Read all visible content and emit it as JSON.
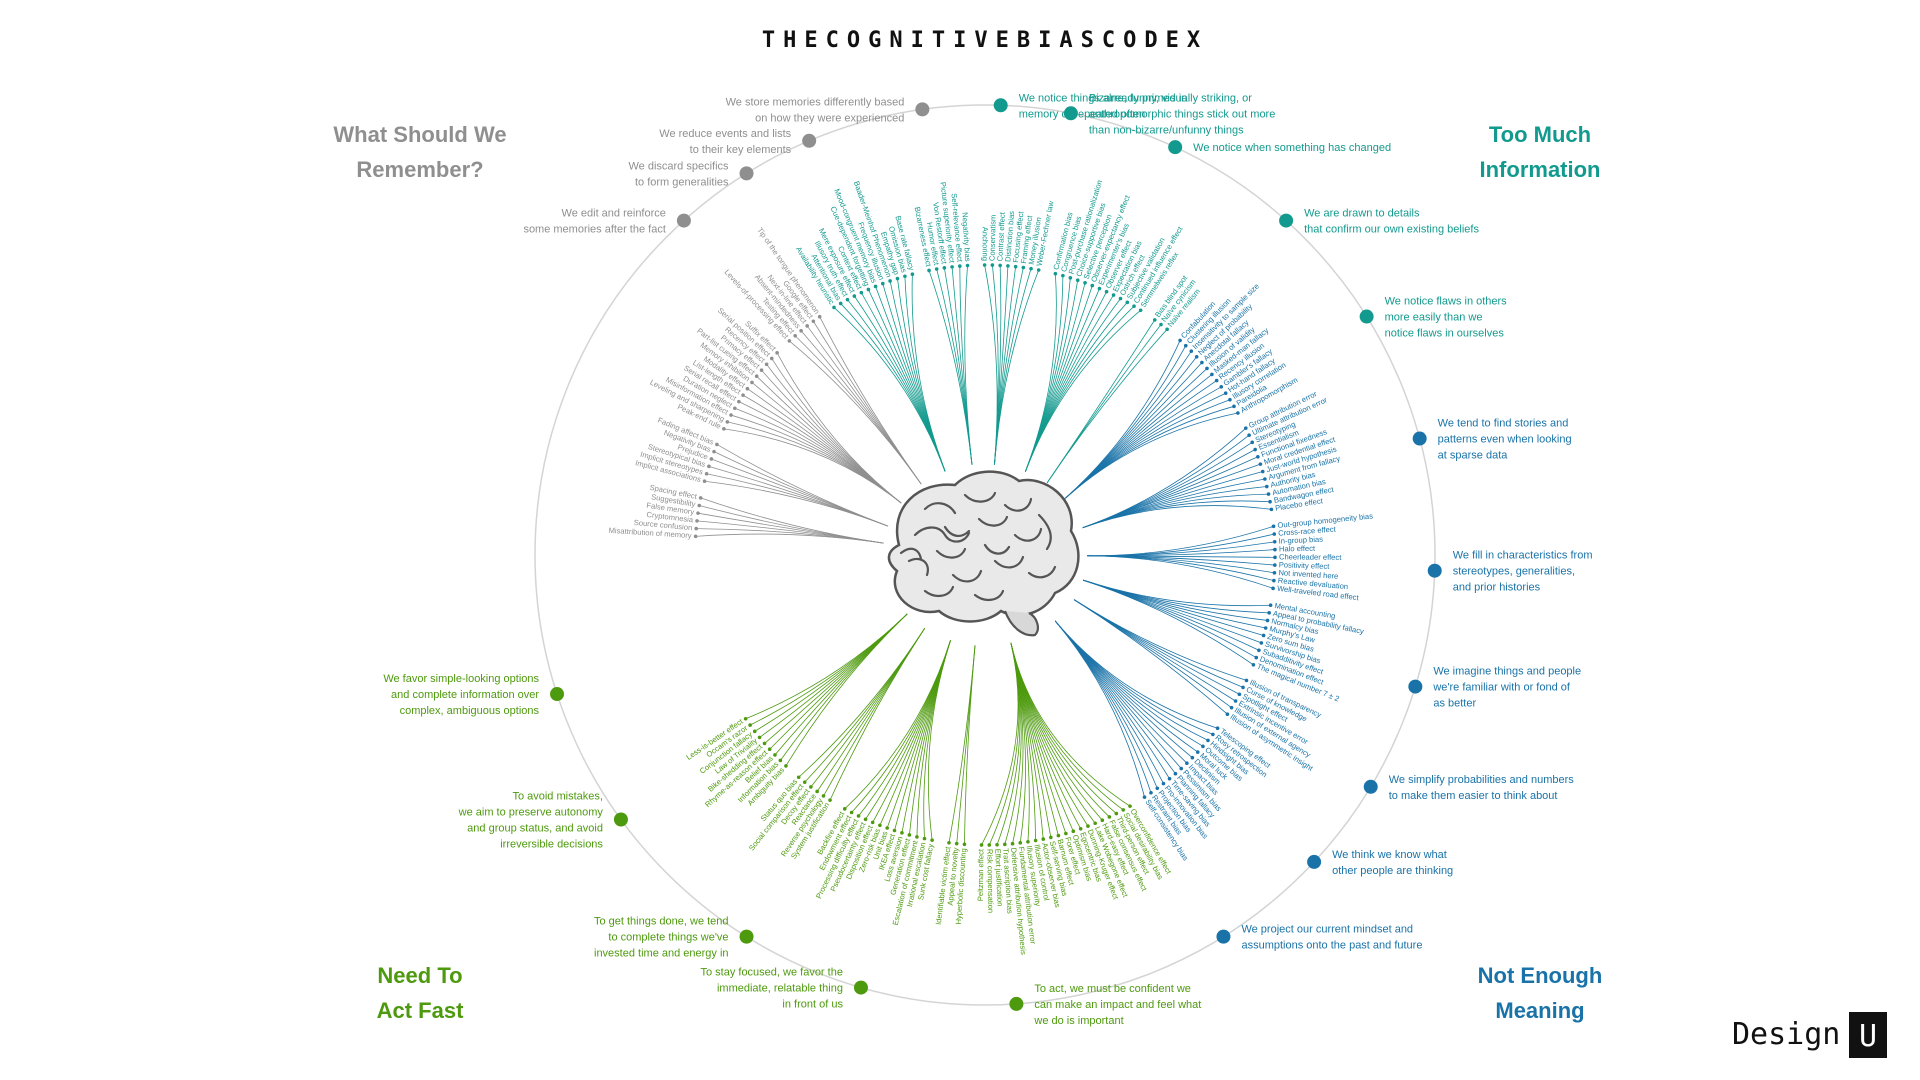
{
  "title": "THECOGNITIVEBIASCODEX",
  "colors": {
    "gray": "#8f8f8f",
    "teal": "#139a8e",
    "green": "#4e9a0e",
    "blue": "#1a73a8",
    "ring": "#d4d4d4",
    "brain": "#8a8a8a",
    "logo": "#111111"
  },
  "quadrants": [
    {
      "id": "remember",
      "lines": [
        "What Should We",
        "Remember?"
      ],
      "color": "gray"
    },
    {
      "id": "info",
      "lines": [
        "Too Much",
        "Information"
      ],
      "color": "teal"
    },
    {
      "id": "act",
      "lines": [
        "Need To",
        "Act Fast"
      ],
      "color": "green"
    },
    {
      "id": "meaning",
      "lines": [
        "Not Enough",
        "Meaning"
      ],
      "color": "blue"
    }
  ],
  "logo": {
    "text": "Design",
    "mark": "U"
  },
  "groups": [
    {
      "id": "g1",
      "quadrant": "remember",
      "color": "gray",
      "label": [
        "We edit and reinforce",
        "some memories after the fact"
      ],
      "biases": [
        "Misattribution of memory",
        "Source confusion",
        "Cryptomnesia",
        "False memory",
        "Suggestibility",
        "Spacing effect"
      ]
    },
    {
      "id": "g2",
      "quadrant": "remember",
      "color": "gray",
      "label": [
        "We discard specifics",
        "to form generalities"
      ],
      "biases": [
        "Implicit associations",
        "Implicit stereotypes",
        "Stereotypical bias",
        "Prejudice",
        "Negativity bias",
        "Fading affect bias"
      ]
    },
    {
      "id": "g3",
      "quadrant": "remember",
      "color": "gray",
      "label": [
        "We reduce events and lists",
        "to their key elements"
      ],
      "biases": [
        "Peak-end rule",
        "Leveling and sharpening",
        "Misinformation effect",
        "Duration neglect",
        "Serial recall effect",
        "List-length effect",
        "Modality effect",
        "Memory inhibition",
        "Part-list cueing effect",
        "Primacy effect",
        "Recency effect",
        "Serial position effect",
        "Suffix effect"
      ]
    },
    {
      "id": "g4",
      "quadrant": "remember",
      "color": "gray",
      "label": [
        "We store memories differently based",
        "on how they were experienced"
      ],
      "biases": [
        "Levels-of-processing effect",
        "Testing effect",
        "Absent-mindedness",
        "Next-in-line effect",
        "Google effect",
        "Tip of the tongue phenomenon"
      ]
    },
    {
      "id": "g5",
      "quadrant": "info",
      "color": "teal",
      "label": [
        "We notice things already primed in",
        "memory or repeated often"
      ],
      "biases": [
        "Availability heuristic",
        "Attentional bias",
        "Illusory truth effect",
        "Mere exposure effect",
        "Context effect",
        "Cue-dependent forgetting",
        "Mood-congruent memory bias",
        "Frequency illusion",
        "Baader-Meinhof Phenomenon",
        "Empathy gap",
        "Omission bias",
        "Base rate fallacy"
      ]
    },
    {
      "id": "g6",
      "quadrant": "info",
      "color": "teal",
      "label": [
        "Bizarre, funny, visually striking, or",
        "anthropomorphic things stick out more",
        "than non-bizarre/unfunny things"
      ],
      "biases": [
        "Bizarreness effect",
        "Humor effect",
        "Von Restorff effect",
        "Picture superiority effect",
        "Self-relevance effect",
        "Negativity bias"
      ]
    },
    {
      "id": "g7",
      "quadrant": "info",
      "color": "teal",
      "label": [
        "We notice when something has changed"
      ],
      "biases": [
        "Anchoring",
        "Conservatism",
        "Contrast effect",
        "Distinction bias",
        "Focusing effect",
        "Framing effect",
        "Money illusion",
        "Weber-Fechner law"
      ]
    },
    {
      "id": "g8",
      "quadrant": "info",
      "color": "teal",
      "label": [
        "We are drawn to details",
        "that confirm our own existing beliefs"
      ],
      "biases": [
        "Confirmation bias",
        "Congruence bias",
        "Post-purchase rationalization",
        "Choice-supportive bias",
        "Selective perception",
        "Observer-expectancy effect",
        "Experimenter's bias",
        "Observer effect",
        "Expectation bias",
        "Ostrich effect",
        "Subjective validation",
        "Continued influence effect",
        "Semmelweis reflex"
      ]
    },
    {
      "id": "g9",
      "quadrant": "info",
      "color": "teal",
      "label": [
        "We notice flaws in others",
        "more easily than we",
        "notice flaws in ourselves"
      ],
      "biases": [
        "Bias blind spot",
        "Naïve cynicism",
        "Naïve realism"
      ]
    },
    {
      "id": "g10",
      "quadrant": "meaning",
      "color": "blue",
      "label": [
        "We tend to find stories and",
        "patterns even when looking",
        "at sparse data"
      ],
      "biases": [
        "Confabulation",
        "Clustering illusion",
        "Insensitivity to sample size",
        "Neglect of probability",
        "Anecdotal fallacy",
        "Illusion of validity",
        "Masked-man fallacy",
        "Recency illusion",
        "Gambler's fallacy",
        "Hot-hand fallacy",
        "Illusory correlation",
        "Pareidolia",
        "Anthropomorphism"
      ]
    },
    {
      "id": "g11",
      "quadrant": "meaning",
      "color": "blue",
      "label": [
        "We fill in characteristics from",
        "stereotypes, generalities,",
        "and prior histories"
      ],
      "biases": [
        "Group attribution error",
        "Ultimate attribution error",
        "Stereotyping",
        "Essentialism",
        "Functional fixedness",
        "Moral credential effect",
        "Just-world hypothesis",
        "Argument from fallacy",
        "Authority bias",
        "Automation bias",
        "Bandwagon effect",
        "Placebo effect"
      ]
    },
    {
      "id": "g12",
      "quadrant": "meaning",
      "color": "blue",
      "label": [
        "We imagine things and people",
        "we're familiar with or fond of",
        "as better"
      ],
      "biases": [
        "Out-group homogeneity bias",
        "Cross-race effect",
        "In-group bias",
        "Halo effect",
        "Cheerleader effect",
        "Positivity effect",
        "Not invented here",
        "Reactive devaluation",
        "Well-traveled road effect"
      ]
    },
    {
      "id": "g13",
      "quadrant": "meaning",
      "color": "blue",
      "label": [
        "We simplify probabilities and numbers",
        "to make them easier to think about"
      ],
      "biases": [
        "Mental accounting",
        "Appeal to probability fallacy",
        "Normalcy bias",
        "Murphy's Law",
        "Zero sum bias",
        "Survivorship bias",
        "Subadditivity effect",
        "Denomination effect",
        "The magical number 7 ± 2"
      ]
    },
    {
      "id": "g14",
      "quadrant": "meaning",
      "color": "blue",
      "label": [
        "We think we know what",
        "other people are thinking"
      ],
      "biases": [
        "Illusion of transparency",
        "Curse of knowledge",
        "Spotlight effect",
        "Extrinsic incentive error",
        "Illusion of external agency",
        "Illusion of asymmetric insight"
      ]
    },
    {
      "id": "g15",
      "quadrant": "meaning",
      "color": "blue",
      "label": [
        "We project our current mindset and",
        "assumptions onto the past and future"
      ],
      "biases": [
        "Telescoping effect",
        "Rosy retrospection",
        "Hindsight bias",
        "Outcome bias",
        "Moral luck",
        "Declinism",
        "Impact bias",
        "Pessimism bias",
        "Planning fallacy",
        "Time-saving bias",
        "Pro-innovation bias",
        "Projection bias",
        "Restraint bias",
        "Self-consistency bias"
      ]
    },
    {
      "id": "g16",
      "quadrant": "act",
      "color": "green",
      "label": [
        "To act, we must be confident we",
        "can make an impact and feel what",
        "we do is important"
      ],
      "biases": [
        "Overconfidence effect",
        "Social desirability bias",
        "Third-person effect",
        "False consensus effect",
        "Hard-easy effect",
        "Lake Wobegone effect",
        "Dunning-Kruger effect",
        "Egocentric bias",
        "Optimism bias",
        "Forer effect",
        "Barnum effect",
        "Self-serving bias",
        "Actor-observer bias",
        "Illusion of control",
        "Illusory superiority",
        "Fundamental attribution error",
        "Defensive attribution hypothesis",
        "Trait ascription bias",
        "Effort justification",
        "Risk compensation",
        "Peltzman effect"
      ]
    },
    {
      "id": "g17",
      "quadrant": "act",
      "color": "green",
      "label": [
        "To stay focused, we favor the",
        "immediate, relatable thing",
        "in front of us"
      ],
      "biases": [
        "Hyperbolic discounting",
        "Appeal to novelty",
        "Identifiable victim effect"
      ]
    },
    {
      "id": "g18",
      "quadrant": "act",
      "color": "green",
      "label": [
        "To get things done, we tend",
        "to complete things we've",
        "invested time and energy in"
      ],
      "biases": [
        "Sunk cost fallacy",
        "Irrational escalation",
        "Escalation of commitment",
        "Generation effect",
        "Loss aversion",
        "IKEA effect",
        "Unit bias",
        "Zero-risk bias",
        "Disposition effect",
        "Pseudocertainty effect",
        "Processing difficulty effect",
        "Endowment effect",
        "Backfire effect"
      ]
    },
    {
      "id": "g19",
      "quadrant": "act",
      "color": "green",
      "label": [
        "To avoid mistakes,",
        "we aim to preserve autonomy",
        "and group status, and avoid",
        "irreversible decisions"
      ],
      "biases": [
        "System justification",
        "Reverse psychology",
        "Reactance",
        "Decoy effect",
        "Social comparison effect",
        "Status quo bias"
      ]
    },
    {
      "id": "g20",
      "quadrant": "act",
      "color": "green",
      "label": [
        "We favor simple-looking options",
        "and complete information over",
        "complex, ambiguous options"
      ],
      "biases": [
        "Ambiguity bias",
        "Information bias",
        "Belief bias",
        "Rhyme-as-reason effect",
        "Bike-shedding effect",
        "Law of Triviality",
        "Conjunction fallacy",
        "Occam's razor",
        "Less-is-better effect"
      ]
    }
  ]
}
